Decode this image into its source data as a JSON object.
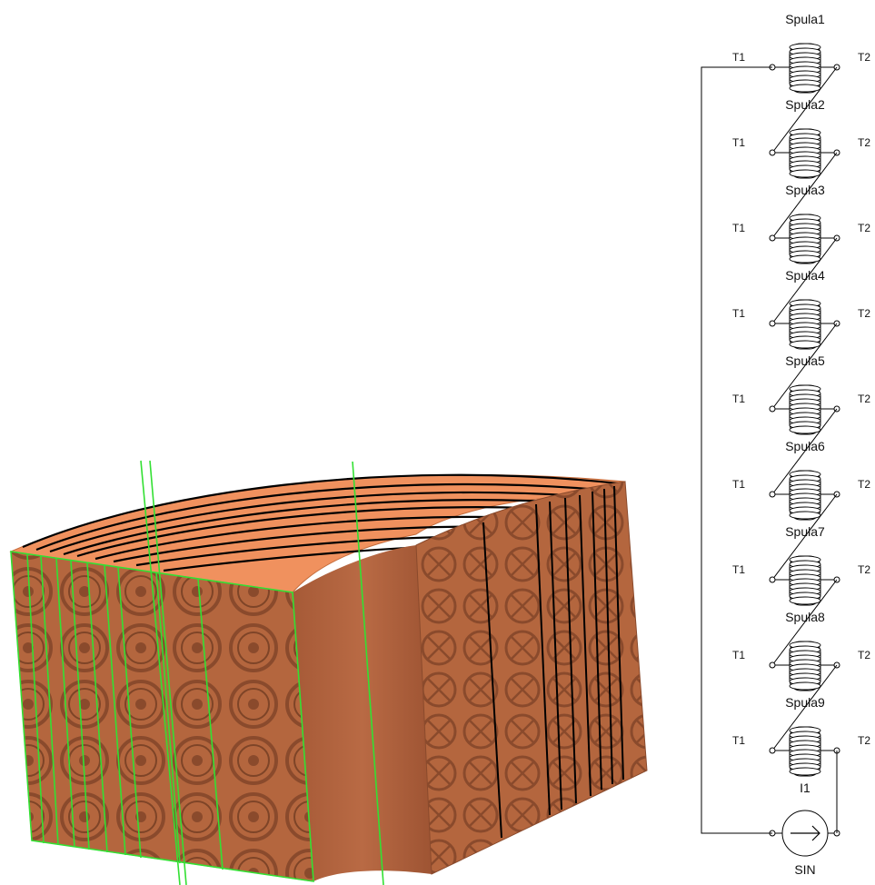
{
  "model": {
    "colors": {
      "copper_face": "#b4663e",
      "copper_top": "#f0915e",
      "copper_inner": "#a95d3a",
      "copper_dark": "#8a4a2c",
      "cut_line": "#33e033",
      "winding_line": "#000000"
    }
  },
  "circuit": {
    "coils": [
      {
        "label": "Spula1",
        "t1": "T1",
        "t2": "T2"
      },
      {
        "label": "Spula2",
        "t1": "T1",
        "t2": "T2"
      },
      {
        "label": "Spula3",
        "t1": "T1",
        "t2": "T2"
      },
      {
        "label": "Spula4",
        "t1": "T1",
        "t2": "T2"
      },
      {
        "label": "Spula5",
        "t1": "T1",
        "t2": "T2"
      },
      {
        "label": "Spula6",
        "t1": "T1",
        "t2": "T2"
      },
      {
        "label": "Spula7",
        "t1": "T1",
        "t2": "T2"
      },
      {
        "label": "Spula8",
        "t1": "T1",
        "t2": "T2"
      },
      {
        "label": "Spula9",
        "t1": "T1",
        "t2": "T2"
      }
    ],
    "source": {
      "label": "I1",
      "type_label": "SIN",
      "icon": "current-source-arrow-icon"
    }
  }
}
